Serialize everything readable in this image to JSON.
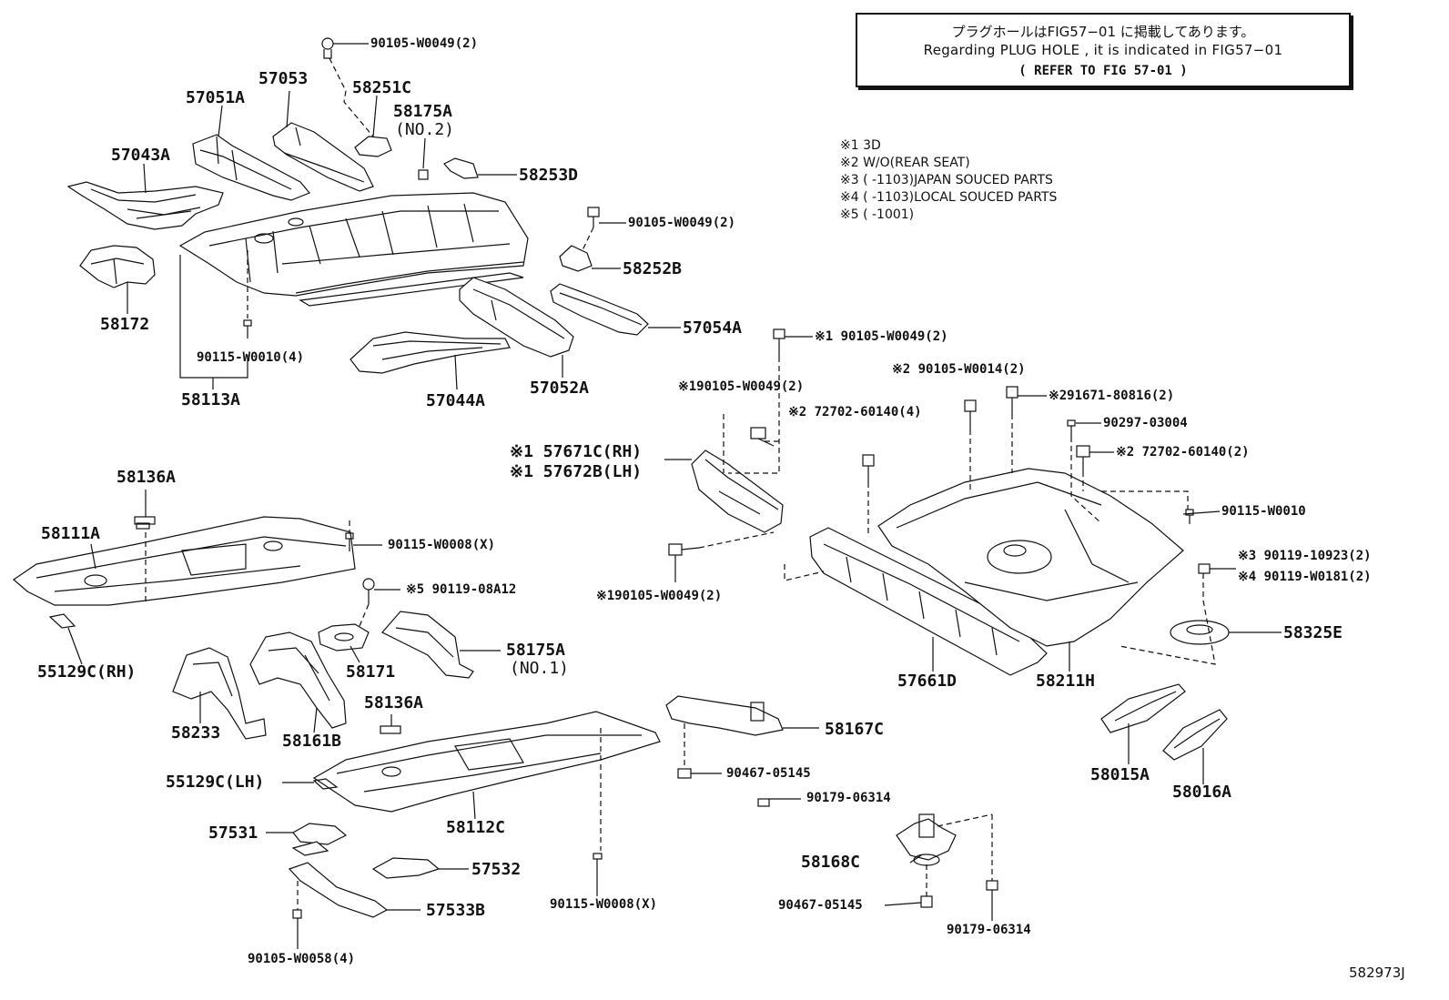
{
  "note": {
    "line1": "プラグホールはFIG57−01 に掲載してあります。",
    "line2": "Regarding PLUG HOLE , it is indicated in FIG57−01",
    "line3": "( REFER TO FIG 57-01 )"
  },
  "legend": [
    "※1 3D",
    "※2 W/O(REAR SEAT)",
    "※3 (      -1103)JAPAN SOUCED PARTS",
    "※4 (      -1103)LOCAL SOUCED PARTS",
    "※5 (      -1001)"
  ],
  "labels": {
    "p90105_w0049_top": "90105-W0049(2)",
    "p58251c": "58251C",
    "p57053": "57053",
    "p57051a": "57051A",
    "p58175a_no2": "58175A",
    "p58175a_no2_sub": "(NO.2)",
    "p57043a": "57043A",
    "p58253d": "58253D",
    "p90105_w0049_mid": "90105-W0049(2)",
    "p58252b": "58252B",
    "p58172": "58172",
    "p57054a": "57054A",
    "p90115_w0010_4": "90115-W0010(4)",
    "p58113a": "58113A",
    "p57044a": "57044A",
    "p57052a": "57052A",
    "p90105_w0049_k1a": "※1 90105-W0049(2)",
    "p90105_w0049_k1b": "※190105-W0049(2)",
    "p90105_w0014": "※2 90105-W0014(2)",
    "p91671_80816": "※291671-80816(2)",
    "p72702_60140_a": "※2 72702-60140(4)",
    "p90297_03004": "90297-03004",
    "p72702_60140_b": "※2 72702-60140(2)",
    "p57671c": "※1 57671C(RH)",
    "p57672b": "※1 57672B(LH)",
    "p90115_w0010": "90115-W0010",
    "p90119_10923": "※3 90119-10923(2)",
    "p90119_w0181": "※4 90119-W0181(2)",
    "p90105_w0049_k1c": "※190105-W0049(2)",
    "p58325e": "58325E",
    "p57661d": "57661D",
    "p58211h": "58211H",
    "p58136a_top": "58136A",
    "p58111a": "58111A",
    "p90115_w0008_top": "90115-W0008(X)",
    "p90119_08a12": "※5 90119-08A12",
    "p55129c_rh": "55129C(RH)",
    "p58175a_no1": "58175A",
    "p58175a_no1_sub": "(NO.1)",
    "p58171": "58171",
    "p58233": "58233",
    "p58161b": "58161B",
    "p58136a_mid": "58136A",
    "p58167c": "58167C",
    "p90467_05145_a": "90467-05145",
    "p90179_06314_a": "90179-06314",
    "p58015a": "58015A",
    "p58016a": "58016A",
    "p55129c_lh": "55129C(LH)",
    "p58112c": "58112C",
    "p57531": "57531",
    "p57532": "57532",
    "p57533b": "57533B",
    "p58168c": "58168C",
    "p90467_05145_b": "90467-05145",
    "p90179_06314_b": "90179-06314",
    "p90115_w0008_bot": "90115-W0008(X)",
    "p90105_w0058": "90105-W0058(4)"
  },
  "figure_ref": "582973J"
}
